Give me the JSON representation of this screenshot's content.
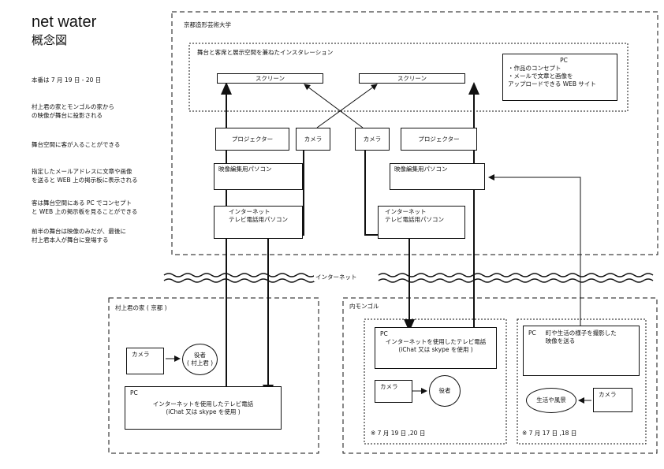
{
  "title": "net water",
  "subtitle": "概念図",
  "notes": [
    "本番は 7 月 19 日 - 20 日",
    "村上君の家とモンゴルの家から\nの映像が舞台に投影される",
    "舞台空間に客が入ることができる",
    "指定したメールアドレスに文章や画像\nを送ると WEB 上の掲示板に表示される",
    "客は舞台空間にある PC でコンセプト\nと WEB 上の掲示板を見ることができる",
    "前半の舞台は映像のみだが、最後に\n村上君本人が舞台に登場する"
  ],
  "university": {
    "label": "京都造形芸術大学",
    "installation_label": "舞台と客席と展示空間を兼ねたインスタレーション",
    "screen_left": "スクリーン",
    "screen_right": "スクリーン",
    "pc_title": "PC",
    "pc_items": "・作品のコンセプト\n・メールで文章と画像を\nアップロードできる WEB サイト",
    "projector_left": "プロジェクター",
    "projector_right": "プロジェクター",
    "camera_left": "カメラ",
    "camera_right": "カメラ",
    "editing_pc_left": "映像編集用パソコン",
    "editing_pc_right": "映像編集用パソコン",
    "phone_pc_left": "インターネット\nテレビ電話用パソコン",
    "phone_pc_right": "インターネット\nテレビ電話用パソコン"
  },
  "internet_label": "インターネット",
  "murakami": {
    "label": "村上君の家 ( 京都 )",
    "camera": "カメラ",
    "actor": "役者\n( 村上君 )",
    "pc_title": "PC",
    "pc_text": "インターネットを使用したテレビ電話\n(iChat 又は skype を使用 )"
  },
  "mongolia": {
    "label": "内モンゴル",
    "left": {
      "pc_title": "PC",
      "pc_text": "インターネットを使用したテレビ電話\n(iChat 又は skype を使用 )",
      "camera": "カメラ",
      "actor": "役者",
      "dates": "※ 7 月 19 日 ,20 日"
    },
    "right": {
      "pc_title": "PC",
      "pc_text": "町や生活の様子を撮影した\n映像を送る",
      "scenery": "生活や風景",
      "camera": "カメラ",
      "dates": "※ 7 月 17 日 ,18 日"
    }
  }
}
